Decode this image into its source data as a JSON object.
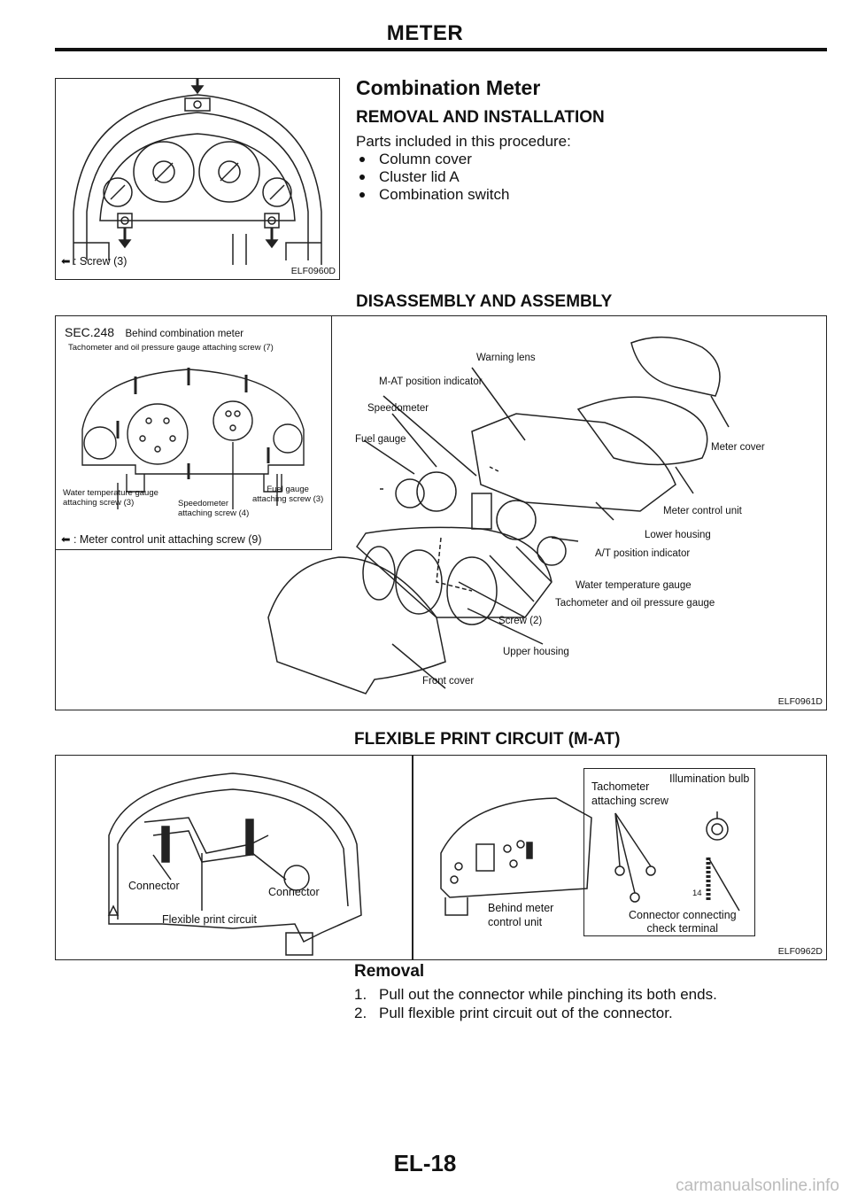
{
  "page": {
    "header": "METER",
    "page_number": "EL-18",
    "watermark": "carmanualsonline.info"
  },
  "fig1": {
    "legend": "⬅ : Screw (3)",
    "code": "ELF0960D"
  },
  "combination_meter": {
    "title": "Combination Meter",
    "subtitle": "REMOVAL AND INSTALLATION",
    "intro": "Parts included in this procedure:",
    "parts": [
      "Column cover",
      "Cluster lid A",
      "Combination switch"
    ]
  },
  "disassembly": {
    "title": "DISASSEMBLY AND ASSEMBLY"
  },
  "fig2": {
    "sec": "SEC.248",
    "sec_caption": "Behind combination meter",
    "tach_screw": "Tachometer and oil pressure gauge attaching screw (7)",
    "water_screw_1": "Water temperature gauge",
    "water_screw_2": "attaching screw (3)",
    "speedo_screw_1": "Speedometer",
    "speedo_screw_2": "attaching screw (4)",
    "fuel_screw_1": "Fuel gauge",
    "fuel_screw_2": "attaching screw (3)",
    "legend": "⬅ : Meter control unit attaching screw (9)",
    "labels": {
      "warning_lens": "Warning lens",
      "mat_position": "M-AT position indicator",
      "speedometer": "Speedometer",
      "fuel_gauge": "Fuel gauge",
      "meter_cover": "Meter cover",
      "meter_control_unit": "Meter control unit",
      "lower_housing": "Lower housing",
      "at_position": "A/T position indicator",
      "water_temp": "Water temperature gauge",
      "tach_oil": "Tachometer and oil pressure gauge",
      "screw2": "Screw (2)",
      "upper_housing": "Upper housing",
      "front_cover": "Front cover"
    },
    "code": "ELF0961D"
  },
  "flexible": {
    "title": "FLEXIBLE PRINT CIRCUIT (M-AT)",
    "connector_left": "Connector",
    "connector_right": "Connector",
    "fpc": "Flexible print circuit",
    "behind_1": "Behind meter",
    "behind_2": "control unit",
    "tach_1": "Tachometer",
    "tach_2": "attaching screw",
    "illum": "Illumination bulb",
    "conn_check_1": "Connector connecting",
    "conn_check_2": "check terminal",
    "pin": "14",
    "code": "ELF0962D"
  },
  "removal": {
    "title": "Removal",
    "steps": [
      {
        "n": "1.",
        "text": "Pull out the connector while pinching its both ends."
      },
      {
        "n": "2.",
        "text": "Pull flexible print circuit out of the connector."
      }
    ]
  }
}
